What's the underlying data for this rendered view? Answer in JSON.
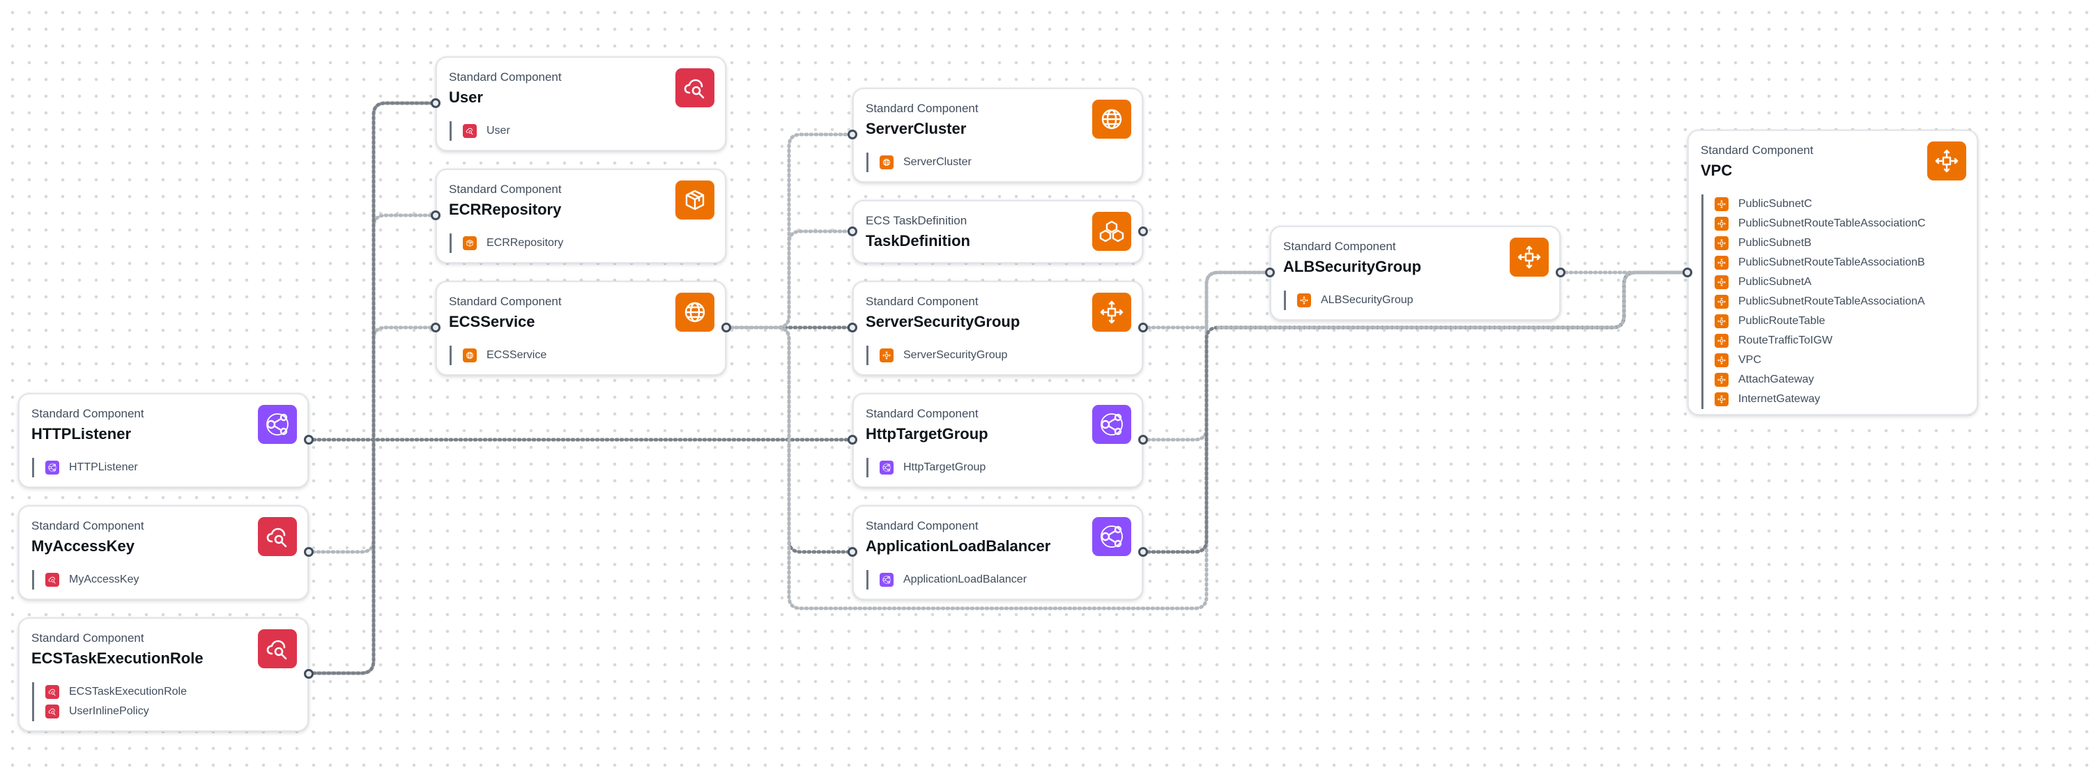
{
  "colors": {
    "security": "#dd344c",
    "compute": "#ed7100",
    "networking": "#8c4fff",
    "wire_light": "#b3b8be",
    "wire_dark": "#7b8188"
  },
  "nodes": [
    {
      "id": "user",
      "subtitle": "Standard Component",
      "title": "User",
      "category": "security",
      "icon": "user-search-icon",
      "resources": [
        {
          "label": "User",
          "icon": "user-search-icon"
        }
      ]
    },
    {
      "id": "ecr",
      "subtitle": "Standard Component",
      "title": "ECRRepository",
      "category": "compute",
      "icon": "ecr-repository-icon",
      "resources": [
        {
          "label": "ECRRepository",
          "icon": "ecr-repository-icon"
        }
      ]
    },
    {
      "id": "ecsservice",
      "subtitle": "Standard Component",
      "title": "ECSService",
      "category": "compute",
      "icon": "ecs-service-icon",
      "resources": [
        {
          "label": "ECSService",
          "icon": "ecs-service-icon"
        }
      ]
    },
    {
      "id": "httplistener",
      "subtitle": "Standard Component",
      "title": "HTTPListener",
      "category": "networking",
      "icon": "load-balancer-icon",
      "resources": [
        {
          "label": "HTTPListener",
          "icon": "load-balancer-icon"
        }
      ]
    },
    {
      "id": "accesskey",
      "subtitle": "Standard Component",
      "title": "MyAccessKey",
      "category": "security",
      "icon": "user-search-icon",
      "resources": [
        {
          "label": "MyAccessKey",
          "icon": "user-search-icon"
        }
      ]
    },
    {
      "id": "execrole",
      "subtitle": "Standard Component",
      "title": "ECSTaskExecutionRole",
      "category": "security",
      "icon": "user-search-icon",
      "resources": [
        {
          "label": "ECSTaskExecutionRole",
          "icon": "user-search-icon"
        },
        {
          "label": "UserInlinePolicy",
          "icon": "user-search-icon"
        }
      ]
    },
    {
      "id": "servercluster",
      "subtitle": "Standard Component",
      "title": "ServerCluster",
      "category": "compute",
      "icon": "ecs-cluster-icon",
      "resources": [
        {
          "label": "ServerCluster",
          "icon": "ecs-cluster-icon"
        }
      ]
    },
    {
      "id": "taskdef",
      "subtitle": "ECS TaskDefinition",
      "title": "TaskDefinition",
      "category": "compute",
      "icon": "task-definition-icon",
      "resources": []
    },
    {
      "id": "serversg",
      "subtitle": "Standard Component",
      "title": "ServerSecurityGroup",
      "category": "compute",
      "icon": "security-group-icon",
      "resources": [
        {
          "label": "ServerSecurityGroup",
          "icon": "security-group-icon"
        }
      ]
    },
    {
      "id": "targetgroup",
      "subtitle": "Standard Component",
      "title": "HttpTargetGroup",
      "category": "networking",
      "icon": "load-balancer-icon",
      "resources": [
        {
          "label": "HttpTargetGroup",
          "icon": "load-balancer-icon"
        }
      ]
    },
    {
      "id": "alb",
      "subtitle": "Standard Component",
      "title": "ApplicationLoadBalancer",
      "category": "networking",
      "icon": "load-balancer-icon",
      "resources": [
        {
          "label": "ApplicationLoadBalancer",
          "icon": "load-balancer-icon"
        }
      ]
    },
    {
      "id": "albsg",
      "subtitle": "Standard Component",
      "title": "ALBSecurityGroup",
      "category": "compute",
      "icon": "security-group-icon",
      "resources": [
        {
          "label": "ALBSecurityGroup",
          "icon": "security-group-icon"
        }
      ]
    },
    {
      "id": "vpc",
      "subtitle": "Standard Component",
      "title": "VPC",
      "category": "compute",
      "icon": "vpc-icon",
      "resources": [
        {
          "label": "PublicSubnetC",
          "icon": "vpc-icon"
        },
        {
          "label": "PublicSubnetRouteTableAssociationC",
          "icon": "vpc-icon"
        },
        {
          "label": "PublicSubnetB",
          "icon": "vpc-icon"
        },
        {
          "label": "PublicSubnetRouteTableAssociationB",
          "icon": "vpc-icon"
        },
        {
          "label": "PublicSubnetA",
          "icon": "vpc-icon"
        },
        {
          "label": "PublicSubnetRouteTableAssociationA",
          "icon": "vpc-icon"
        },
        {
          "label": "PublicRouteTable",
          "icon": "vpc-icon"
        },
        {
          "label": "RouteTrafficToIGW",
          "icon": "vpc-icon"
        },
        {
          "label": "VPC",
          "icon": "vpc-icon"
        },
        {
          "label": "AttachGateway",
          "icon": "vpc-icon"
        },
        {
          "label": "InternetGateway",
          "icon": "vpc-icon"
        }
      ]
    }
  ],
  "connections": [
    {
      "from": "ecsservice",
      "to": "user"
    },
    {
      "from": "ecsservice",
      "to": "ecr"
    },
    {
      "from": "ecsservice",
      "to": "ecsservice"
    },
    {
      "from": "httplistener",
      "to": "targetgroup"
    },
    {
      "from": "accesskey",
      "to": "user"
    },
    {
      "from": "execrole",
      "to": "user"
    },
    {
      "from": "ecsservice",
      "to": "servercluster"
    },
    {
      "from": "ecsservice",
      "to": "taskdef"
    },
    {
      "from": "ecsservice",
      "to": "serversg"
    },
    {
      "from": "ecsservice",
      "to": "alb"
    },
    {
      "from": "targetgroup",
      "to": "albsg"
    },
    {
      "from": "serversg",
      "to": "vpc"
    },
    {
      "from": "alb",
      "to": "vpc"
    },
    {
      "from": "albsg",
      "to": "vpc"
    },
    {
      "from": "alb",
      "to": "ecsservice"
    }
  ]
}
